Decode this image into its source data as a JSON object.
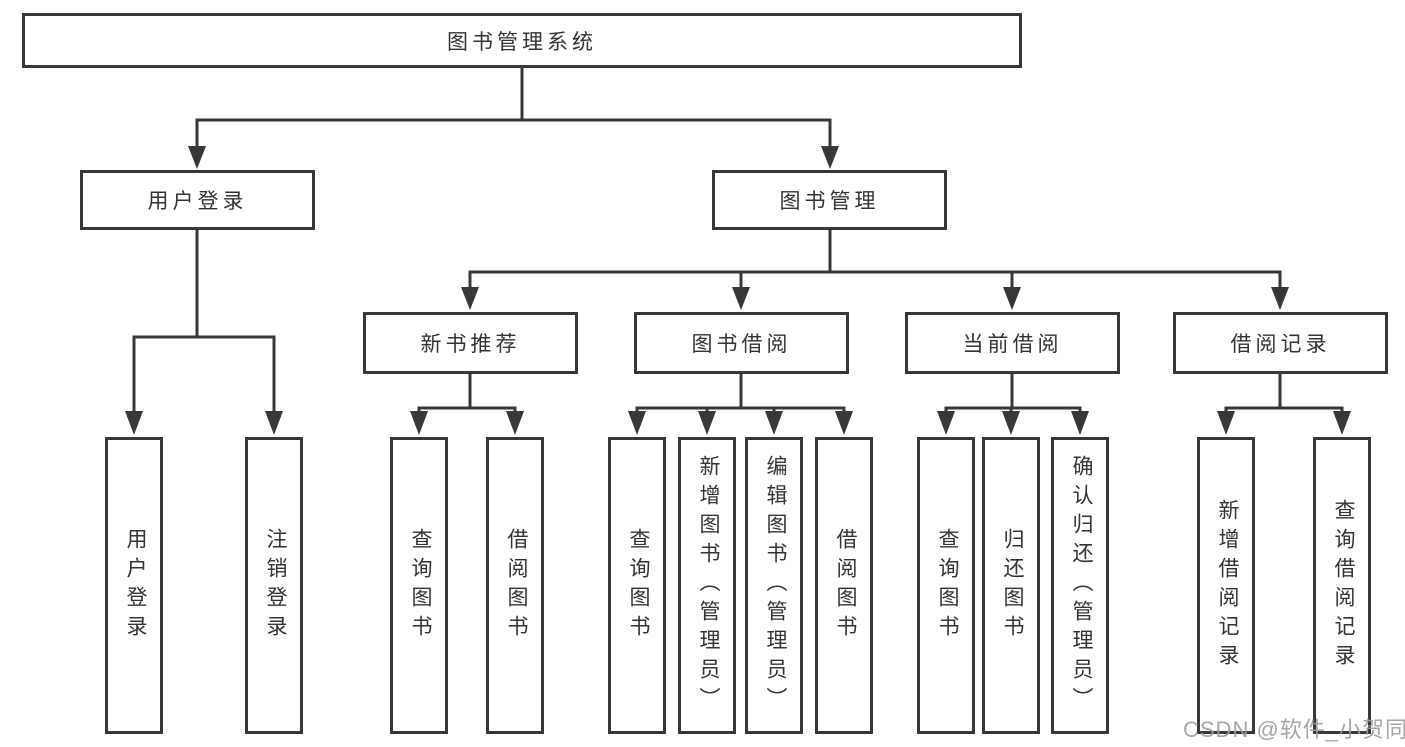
{
  "root": {
    "label": "图书管理系统"
  },
  "branches": [
    {
      "label": "用户登录",
      "children": [
        {
          "label": "用户登录"
        },
        {
          "label": "注销登录"
        }
      ]
    },
    {
      "label": "图书管理",
      "groups": [
        {
          "label": "新书推荐",
          "children": [
            {
              "label": "查询图书"
            },
            {
              "label": "借阅图书"
            }
          ]
        },
        {
          "label": "图书借阅",
          "children": [
            {
              "label": "查询图书"
            },
            {
              "label": "新增图书（管理员）"
            },
            {
              "label": "编辑图书（管理员）"
            },
            {
              "label": "借阅图书"
            }
          ]
        },
        {
          "label": "当前借阅",
          "children": [
            {
              "label": "查询图书"
            },
            {
              "label": "归还图书"
            },
            {
              "label": "确认归还（管理员）"
            }
          ]
        },
        {
          "label": "借阅记录",
          "children": [
            {
              "label": "新增借阅记录"
            },
            {
              "label": "查询借阅记录"
            }
          ]
        }
      ]
    }
  ],
  "watermark": {
    "text": "CSDN @软件_小贺同学"
  },
  "colors": {
    "line": "#383838",
    "box_border": "#383838",
    "text": "#333333",
    "background": "#ffffff",
    "watermark": "#9e9e9e"
  }
}
